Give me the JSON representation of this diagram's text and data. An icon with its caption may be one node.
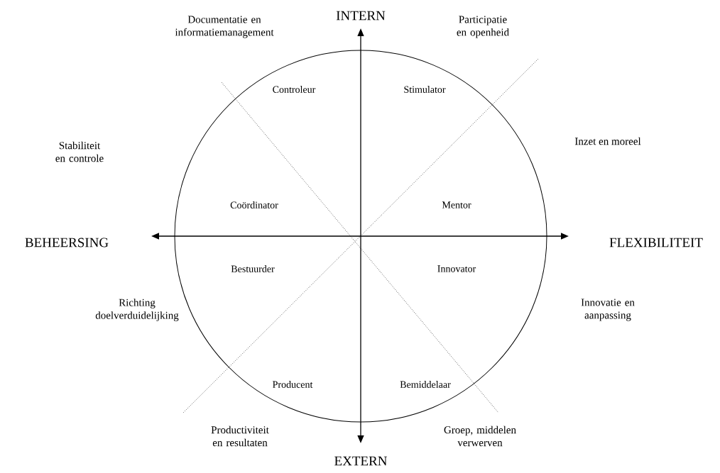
{
  "diagram": {
    "labels": [
      "INTERN",
      "Documentatie en informatiemanagement",
      "Participatie en openheid",
      "Controleur",
      "Stimulator",
      "Stabiliteit en controle",
      "Inzet en moreel",
      "Coördinator",
      "Mentor",
      "BEHEERSING",
      "FLEXIBILITEIT",
      "Bestuurder",
      "Innovator",
      "Richting doelverduidelijking",
      "Innovatie en aanpassing",
      "Producent",
      "Bemiddelaar",
      "Productiviteit en resultaten",
      "Groep, middelen verwerven",
      "EXTERN"
    ]
  }
}
